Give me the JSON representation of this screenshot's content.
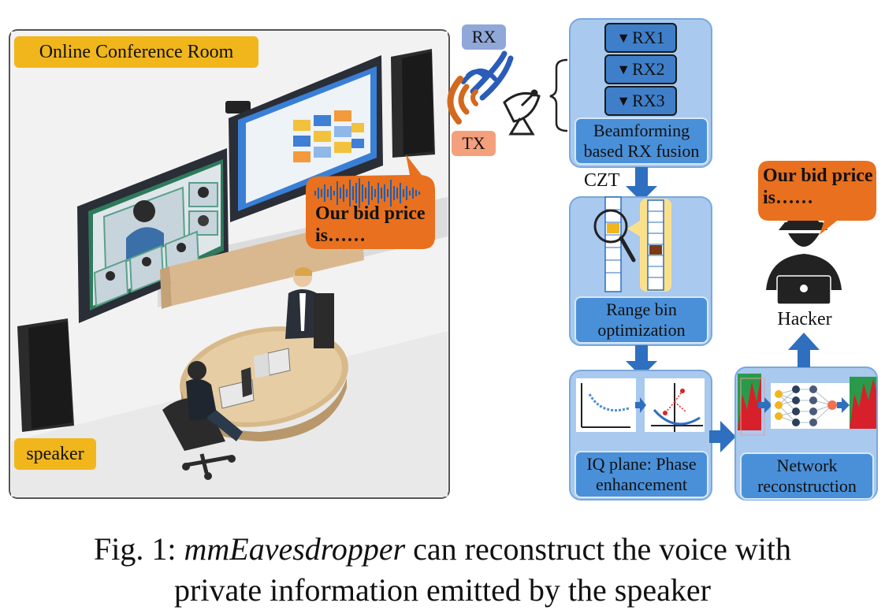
{
  "room": {
    "title": "Online Conference Room",
    "speaker_label": "speaker",
    "bubble_text": "Our bid price is……"
  },
  "radar": {
    "rx_label": "RX",
    "tx_label": "TX"
  },
  "pipeline": {
    "rx_items": [
      "RX1",
      "RX2",
      "RX3"
    ],
    "fusion_label": "Beamforming based RX fusion",
    "czt_label": "CZT",
    "range_label": "Range bin optimization",
    "iq_label": "IQ plane: Phase enhancement",
    "network_label": "Network reconstruction"
  },
  "hacker": {
    "label": "Hacker",
    "bubble_text": "Our bid price is……"
  },
  "caption": {
    "prefix": "Fig. 1: ",
    "system": "mmEavesdropper",
    "line1_rest": " can reconstruct the voice with",
    "line2": "private information emitted by the speaker"
  },
  "colors": {
    "panel_blue": "#a9c9ee",
    "box_blue": "#4a90d9",
    "orange": "#e8701e",
    "yellow": "#f0b61c",
    "arrow_blue": "#2f6fbf"
  }
}
